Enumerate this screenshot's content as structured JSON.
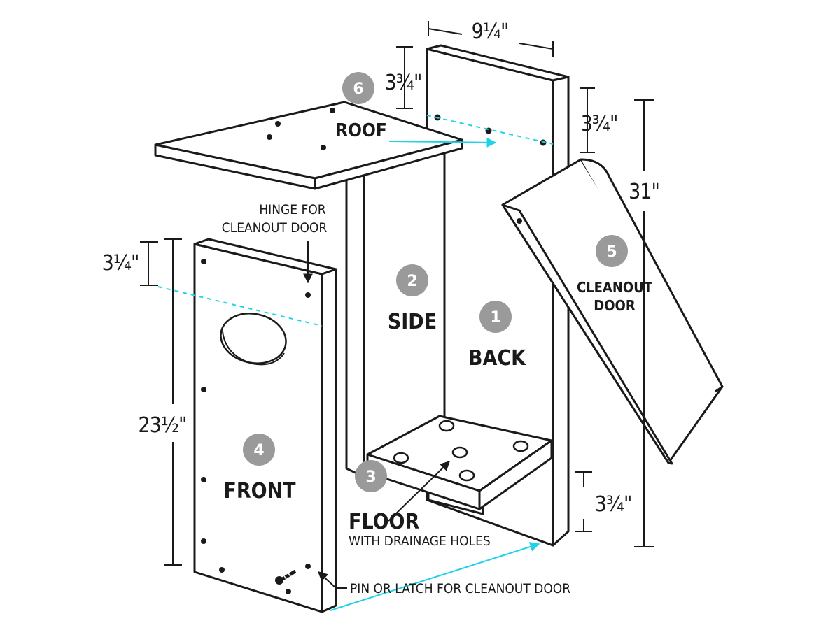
{
  "dimensions": {
    "back_width": "9¼\"",
    "roof_offset": "3¾\"",
    "back_top_gap": "3¾\"",
    "back_height": "31\"",
    "front_top": "3¼\"",
    "front_height": "23½\"",
    "floor_gap": "3¾\""
  },
  "parts": {
    "back": {
      "number": "1",
      "label": "BACK"
    },
    "side": {
      "number": "2",
      "label": "SIDE"
    },
    "floor": {
      "number": "3",
      "label": "FLOOR",
      "note": "WITH DRAINAGE HOLES"
    },
    "front": {
      "number": "4",
      "label": "FRONT"
    },
    "cleanout": {
      "number": "5",
      "label_line1": "CLEANOUT",
      "label_line2": "DOOR"
    },
    "roof": {
      "number": "6",
      "label": "ROOF"
    }
  },
  "callouts": {
    "hinge_line1": "HINGE FOR",
    "hinge_line2": "CLEANOUT DOOR",
    "pin": "PIN OR LATCH FOR CLEANOUT DOOR"
  },
  "colors": {
    "outline": "#1a1a1a",
    "badge": "#9a9a9a",
    "guide": "#1fd3e6"
  }
}
